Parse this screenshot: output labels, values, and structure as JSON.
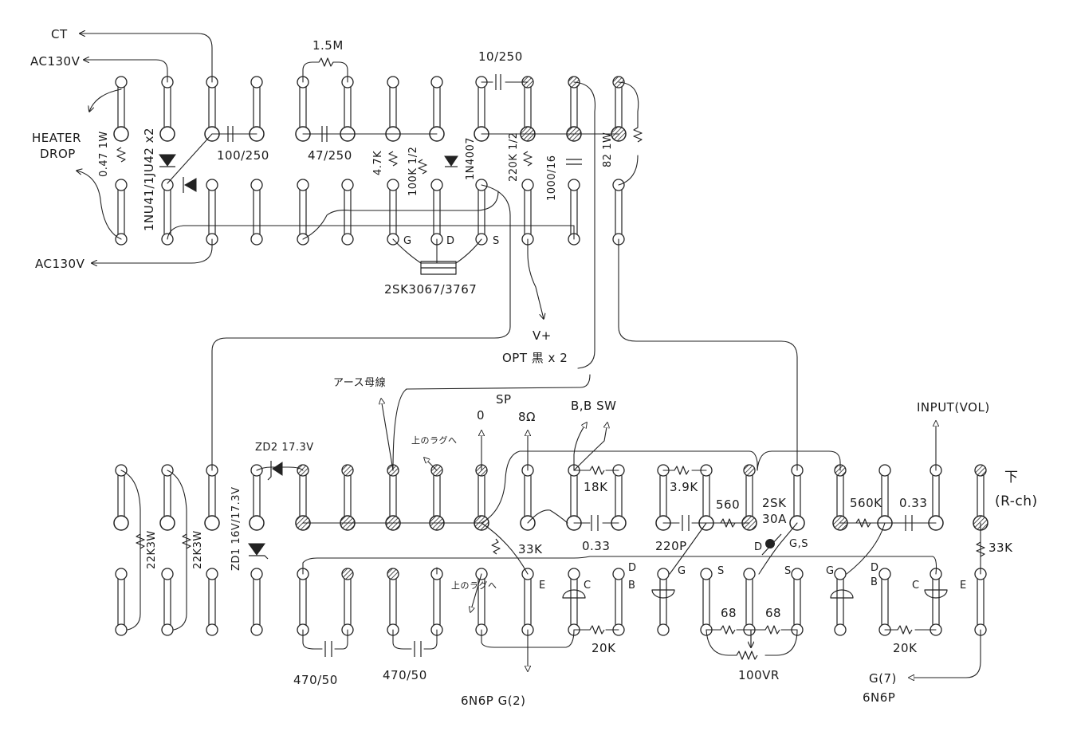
{
  "labels": {
    "ct": "CT",
    "ac130v_top": "AC130V",
    "ac130v_bottom": "AC130V",
    "heater_drop_1": "HEATER",
    "heater_drop_2": "DROP",
    "r_047": "0.47 1W",
    "diode_1nu41": "1NU41/1JU42 x2",
    "r_15m": "1.5M",
    "c_10_250": "10/250",
    "c_100_250": "100/250",
    "c_47_250": "47/250",
    "r_47k": "4.7K",
    "r_100k": "100K 1/2",
    "d_1n4007": "1N4007",
    "r_220k": "220K 1/2",
    "c_1000_16": "1000/16",
    "r_82": "82 1W",
    "pin_g_top": "G",
    "pin_d_top": "D",
    "pin_s_top": "S",
    "fet_top": "2SK3067/3767",
    "vplus": "V+",
    "opt": "OPT 黒 x 2",
    "earth_bus": "アース母線",
    "to_upper_lug_1": "上のラグへ",
    "to_upper_lug_2": "上のラグへ",
    "zd2": "ZD2 17.3V",
    "zd1": "ZD1 16V/17.3V",
    "sp": "SP",
    "sp_0": "0",
    "sp_8": "8Ω",
    "bb_sw": "B,B SW",
    "input_vol": "INPUT(VOL)",
    "lower_rch": "下",
    "rch": "(R-ch)",
    "r_22k_a": "22K3W",
    "r_22k_b": "22K3W",
    "r_33k_a": "33K",
    "r_18k": "18K",
    "c_033_a": "0.33",
    "r_39k": "3.9K",
    "c_220p": "220P",
    "r_560": "560",
    "fet_bottom_1": "2SK",
    "fet_bottom_2": "30A",
    "pin_d_bottom": "D",
    "pin_gs": "G,S",
    "r_560k": "560K",
    "c_033_b": "0.33",
    "r_33k_b": "33K",
    "pin_e_1": "E",
    "pin_c_1": "C",
    "pin_d_1": "D",
    "pin_b_1": "B",
    "pin_g_1": "G",
    "pin_s_1": "S",
    "pin_s_2": "S",
    "pin_g_2": "G",
    "pin_d_2": "D",
    "pin_b_2": "B",
    "pin_c_2": "C",
    "pin_e_2": "E",
    "r_20k_a": "20K",
    "r_68_a": "68",
    "r_68_b": "68",
    "vr_100": "100VR",
    "r_20k_b": "20K",
    "c_470_50_a": "470/50",
    "c_470_50_b": "470/50",
    "tube_g2": "6N6P  G(2)",
    "tube_g7": "G(7)",
    "tube_6n6p": "6N6P"
  },
  "colors": {
    "ink": "#222222",
    "paper": "#ffffff"
  }
}
